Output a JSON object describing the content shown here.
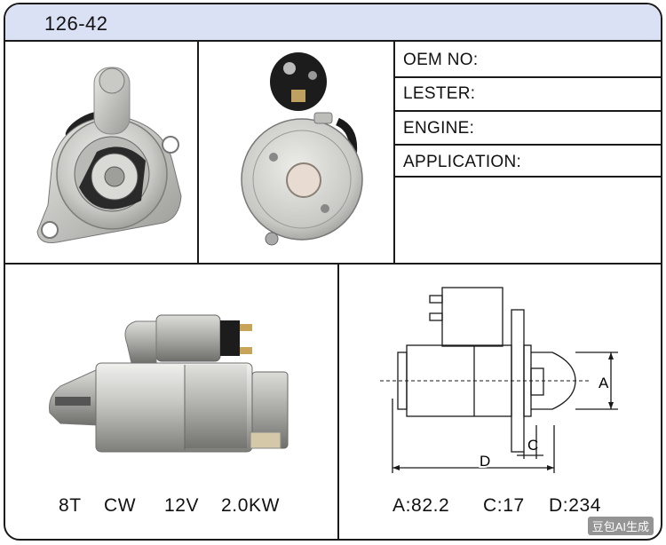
{
  "title": "126-42",
  "fields": [
    {
      "label": "OEM NO:"
    },
    {
      "label": "LESTER:"
    },
    {
      "label": "ENGINE:"
    },
    {
      "label": "APPLICATION:"
    }
  ],
  "specs": [
    "8T",
    "CW",
    "12V",
    "2.0KW"
  ],
  "dimensions": {
    "labels": {
      "a": "A",
      "c": "C",
      "d": "D"
    },
    "values": [
      "A:82.2",
      "C:17",
      "D:234"
    ]
  },
  "watermark": "豆包AI生成",
  "colors": {
    "header_bg": "#dbe1f4",
    "border": "#1a1a1a"
  }
}
